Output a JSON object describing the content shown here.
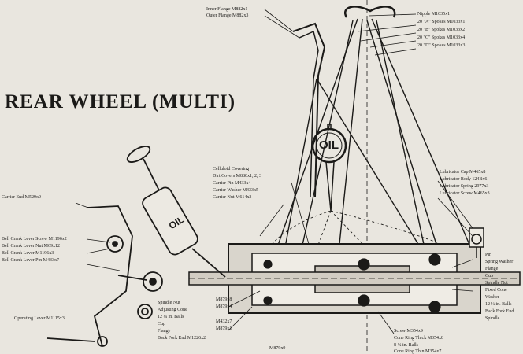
{
  "title": "REAR WHEEL (MULTI)",
  "oil_can_label": "OIL",
  "oil_gun_label": "OIL",
  "labels": [
    {
      "id": "inner-flange",
      "text": "Inner Flange   M882x1"
    },
    {
      "id": "outer-flange",
      "text": "Outer Flange   M882x3"
    },
    {
      "id": "nipple",
      "text": "Nipple   M1035x1"
    },
    {
      "id": "spokes-a",
      "text": "20 \"A\" Spokes  M1033x1"
    },
    {
      "id": "spokes-b",
      "text": "20 \"B\" Spokes  M1033x2"
    },
    {
      "id": "spokes-c",
      "text": "20 \"C\" Spokes  M1033x4"
    },
    {
      "id": "spokes-d",
      "text": "20 \"D\" Spokes  M1033x3"
    },
    {
      "id": "celluloid-covering",
      "text": "Celluloid Covering"
    },
    {
      "id": "dirt-covers",
      "text": "Dirt Covers   M880x1, 2, 3"
    },
    {
      "id": "carrier-pin",
      "text": "Carrier Pin   M433x4"
    },
    {
      "id": "carrier-washer",
      "text": "Carrier Washer   M433x5"
    },
    {
      "id": "carrier-nut",
      "text": "Carrier Nut   M614x3"
    },
    {
      "id": "carrier-end",
      "text": "Carrier End   M529x9"
    },
    {
      "id": "bell-crank-lever-screw",
      "text": "Bell Crank Lever Screw  M1196x2"
    },
    {
      "id": "bell-crank-lever-nut",
      "text": "Bell Crank Lever Nut   M69x12"
    },
    {
      "id": "bell-crank-lever",
      "text": "Bell Crank Lever   M1196x3"
    },
    {
      "id": "bell-crank-lever-pin",
      "text": "Bell Crank Lever Pin   M433x7"
    },
    {
      "id": "operating-lever",
      "text": "Operating Lever   M1115x3"
    },
    {
      "id": "spindle-nut",
      "text": "Spindle Nut"
    },
    {
      "id": "adjusting-cone",
      "text": "Adjusting Cone"
    },
    {
      "id": "balls-left",
      "text": "12 ¼ in. Balls"
    },
    {
      "id": "cup-left",
      "text": "Cup"
    },
    {
      "id": "flange-left",
      "text": "Flange"
    },
    {
      "id": "back-fork-end-left",
      "text": "Back Fork End   M1226x2"
    },
    {
      "id": "m879-8",
      "text": "M879x8"
    },
    {
      "id": "m879-4",
      "text": "M879x4"
    },
    {
      "id": "m432-7",
      "text": "M432x7"
    },
    {
      "id": "m879-1",
      "text": "M879x1"
    },
    {
      "id": "m879-9",
      "text": "M879x9"
    },
    {
      "id": "lubricator-cap",
      "text": "Lubricator Cap   M465x8"
    },
    {
      "id": "lubricator-body",
      "text": "Lubricator Body   124Bx6"
    },
    {
      "id": "lubricator-spring",
      "text": "Lubricator Spring   2977x3"
    },
    {
      "id": "lubricator-screw",
      "text": "Lubricator Screw   M465x3"
    },
    {
      "id": "pin",
      "text": "Pin"
    },
    {
      "id": "spring-washer",
      "text": "Spring Washer"
    },
    {
      "id": "flange-right",
      "text": "Flange"
    },
    {
      "id": "cup-right",
      "text": "Cup"
    },
    {
      "id": "spindle-nut-right",
      "text": "Spindle Nut"
    },
    {
      "id": "fixed-cone",
      "text": "Fixed Cone"
    },
    {
      "id": "washer",
      "text": "Washer"
    },
    {
      "id": "balls-right",
      "text": "12 ¼ in. Balls"
    },
    {
      "id": "back-fork-end-right",
      "text": "Back Fork End"
    },
    {
      "id": "spindle",
      "text": "Spindle"
    },
    {
      "id": "screw",
      "text": "Screw   M354x9"
    },
    {
      "id": "cone-ring-thick",
      "text": "Cone Ring Thick   M354x8"
    },
    {
      "id": "balls-bottom",
      "text": "8-¼ in. Balls"
    },
    {
      "id": "cone-ring-thin",
      "text": "Cone Ring Thin   M354x7"
    }
  ]
}
